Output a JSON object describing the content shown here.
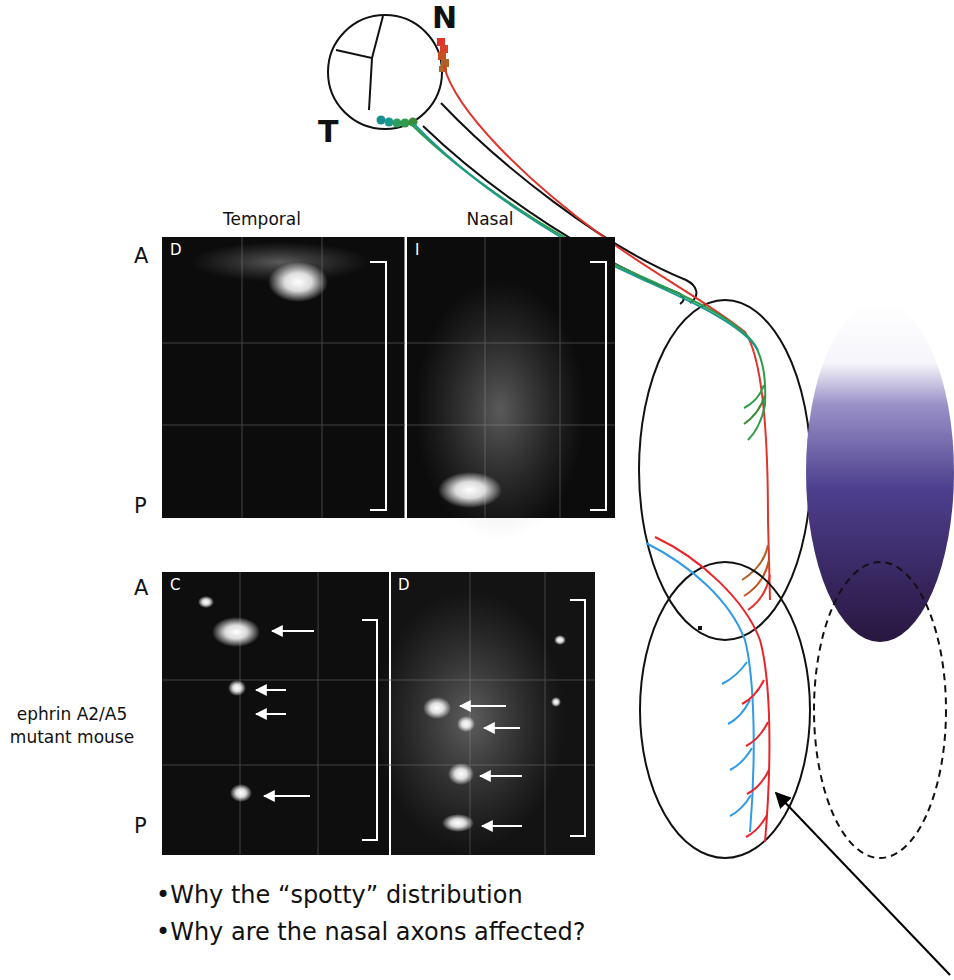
{
  "diagram": {
    "nodes": [
      {
        "text": [
          "D"
        ]
      },
      {
        "text": [
          "I"
        ]
      },
      {
        "text": [
          "C"
        ]
      },
      {
        "text": [
          "D"
        ]
      }
    ],
    "labels": [
      "N",
      "T",
      "Temporal",
      "Nasal",
      "A",
      "P",
      "A",
      "P",
      "ephrin A2/A5 mutant mouse",
      "•Why the “spotty” distribution",
      "•Why are the nasal axons affected?"
    ]
  }
}
